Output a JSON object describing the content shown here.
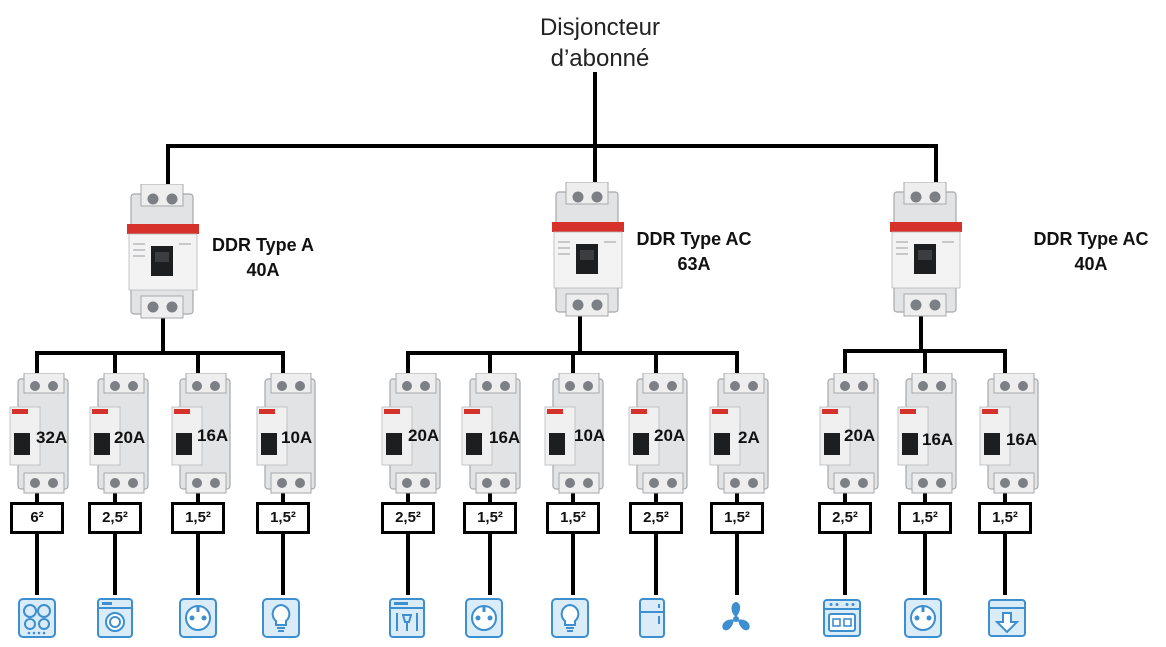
{
  "title": {
    "line1": "Disjoncteur",
    "line2": "d’abonné"
  },
  "colors": {
    "wire": "#000000",
    "icon": "#3d8fd0",
    "icon_light": "#dbecf9",
    "ddr_red": "#d7312c"
  },
  "groups": [
    {
      "ddr": {
        "label_line1": "DDR Type A",
        "label_line2": "40A"
      },
      "circuits": [
        {
          "rating": "32A",
          "section": "6²",
          "icon": "cooktop-icon"
        },
        {
          "rating": "20A",
          "section": "2,5²",
          "icon": "washing-machine-icon"
        },
        {
          "rating": "16A",
          "section": "1,5²",
          "icon": "socket-icon"
        },
        {
          "rating": "10A",
          "section": "1,5²",
          "icon": "light-bulb-icon"
        }
      ]
    },
    {
      "ddr": {
        "label_line1": "DDR Type AC",
        "label_line2": "63A"
      },
      "circuits": [
        {
          "rating": "20A",
          "section": "2,5²",
          "icon": "dishwasher-icon"
        },
        {
          "rating": "16A",
          "section": "1,5²",
          "icon": "socket-icon"
        },
        {
          "rating": "10A",
          "section": "1,5²",
          "icon": "light-bulb-icon"
        },
        {
          "rating": "20A",
          "section": "2,5²",
          "icon": "refrigerator-icon"
        },
        {
          "rating": "2A",
          "section": "1,5²",
          "icon": "fan-icon"
        }
      ]
    },
    {
      "ddr": {
        "label_line1": "DDR Type AC",
        "label_line2": "40A"
      },
      "circuits": [
        {
          "rating": "20A",
          "section": "2,5²",
          "icon": "oven-icon"
        },
        {
          "rating": "16A",
          "section": "1,5²",
          "icon": "socket-icon"
        },
        {
          "rating": "16A",
          "section": "1,5²",
          "icon": "water-heater-icon"
        }
      ]
    }
  ]
}
